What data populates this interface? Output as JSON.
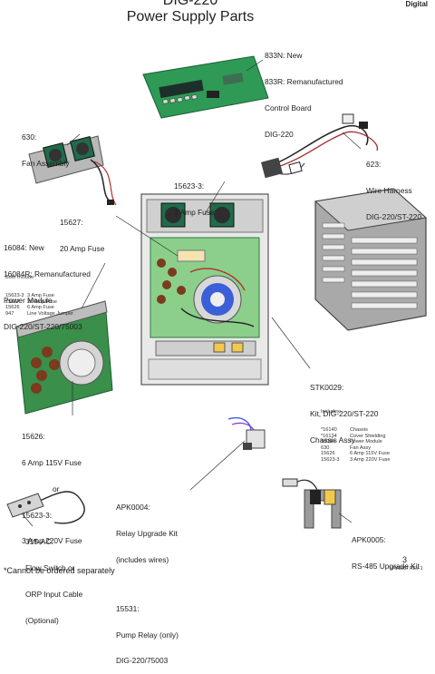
{
  "brand": "Digital",
  "title_top": "DIG-220",
  "title": "Power Supply Parts",
  "callouts": {
    "control_board": [
      "833N: New",
      "833R: Remanufactured",
      "Control Board",
      "DIG-220"
    ],
    "fan_assembly": [
      "630:",
      "Fan Assembly"
    ],
    "wire_harness": [
      "623:",
      "Wire Harness",
      "DIG-220/ST-220"
    ],
    "fuse_3amp": [
      "15623-3:",
      "3 Amp Fuse"
    ],
    "fuse_20amp": [
      "15627:",
      "20 Amp Fuse"
    ],
    "power_module": [
      "16084: New",
      "16084R: Remanufactured",
      "Power Module",
      "DIG-220/ST-220/75003"
    ],
    "chassis": [
      "STK0029:",
      "Kit, DIG-220/ST-220",
      "Chassis Assy"
    ],
    "fuse_115v": [
      "15626:",
      "6 Amp 115V Fuse",
      "or",
      "15623-3:",
      "3 Amp 220V Fuse"
    ],
    "relay_kit": [
      "APK0004:",
      "Relay Upgrade Kit",
      "(includes wires)",
      "",
      "15531:",
      "Pump Relay (only)",
      "DIG-220/75003"
    ],
    "flow_switch": [
      "315-AC:",
      "Flow Switch or",
      "ORP Input Cable",
      "(Optional)"
    ],
    "rs485": [
      "APK0005:",
      "RS-485 Upgrade Kit"
    ]
  },
  "power_module_includes": {
    "heading": "Both Include:",
    "rows": [
      {
        "code": "15623-3",
        "desc": "3 Amp Fuse"
      },
      {
        "code": "15627",
        "desc": "20 Amp Fuse"
      },
      {
        "code": "15626",
        "desc": "6 Amp Fuse"
      },
      {
        "code": "947",
        "desc": "Line Voltage Jumper"
      }
    ]
  },
  "chassis_includes": {
    "heading": "Includes:",
    "rows": [
      {
        "code": "*16140",
        "desc": "Chassis"
      },
      {
        "code": "*16134",
        "desc": "Cover Shielding"
      },
      {
        "code": "16084",
        "desc": "Power Module"
      },
      {
        "code": "630",
        "desc": "Fan Assy"
      },
      {
        "code": "15626",
        "desc": "6 Amp 115V Fuse"
      },
      {
        "code": "15623-3",
        "desc": "3 Amp 220V Fuse"
      }
    ]
  },
  "footnote": "*Cannot be ordered separately",
  "page_number": "3",
  "revision": "LTM0287 REV 1",
  "colors": {
    "board_green": "#2e9a55",
    "relay_green": "#3a8f4a",
    "chassis_gray": "#8a8a8a",
    "brown": "#7a3b1e",
    "blue": "#3b5fd6"
  }
}
